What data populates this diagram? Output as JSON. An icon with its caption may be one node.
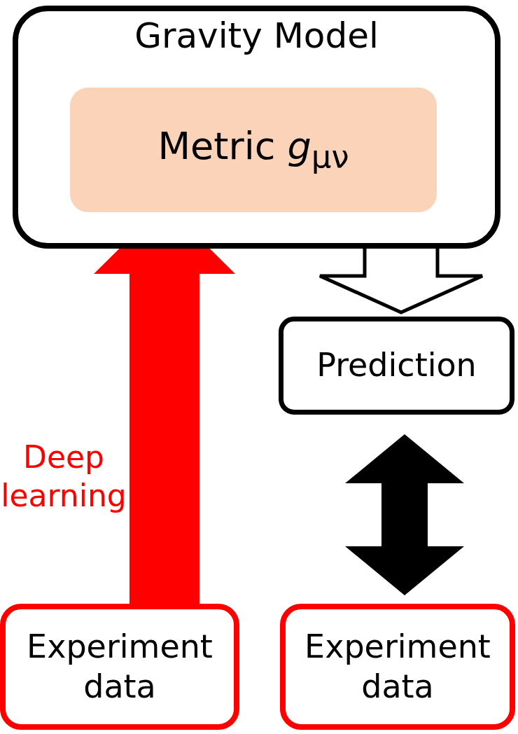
{
  "diagram": {
    "nodes": [
      {
        "text": [
          "Gravity Model"
        ]
      },
      {
        "text": [
          "Metric *g*$_{μν}$"
        ],
        "in": 0
      },
      {
        "text": [
          "Prediction"
        ]
      },
      {
        "text": [
          "Experiment data"
        ]
      },
      {
        "text": [
          "Experiment data"
        ]
      }
    ],
    "edges": [
      {
        "from": 3,
        "to": 1,
        "arrow": "to",
        "label": "Deep learning",
        "style": "thick",
        "color": "#ff0000"
      },
      {
        "from": 0,
        "to": 2,
        "arrow": "to"
      },
      {
        "from": 2,
        "to": 4,
        "arrow": "both",
        "style": "thick"
      }
    ]
  }
}
